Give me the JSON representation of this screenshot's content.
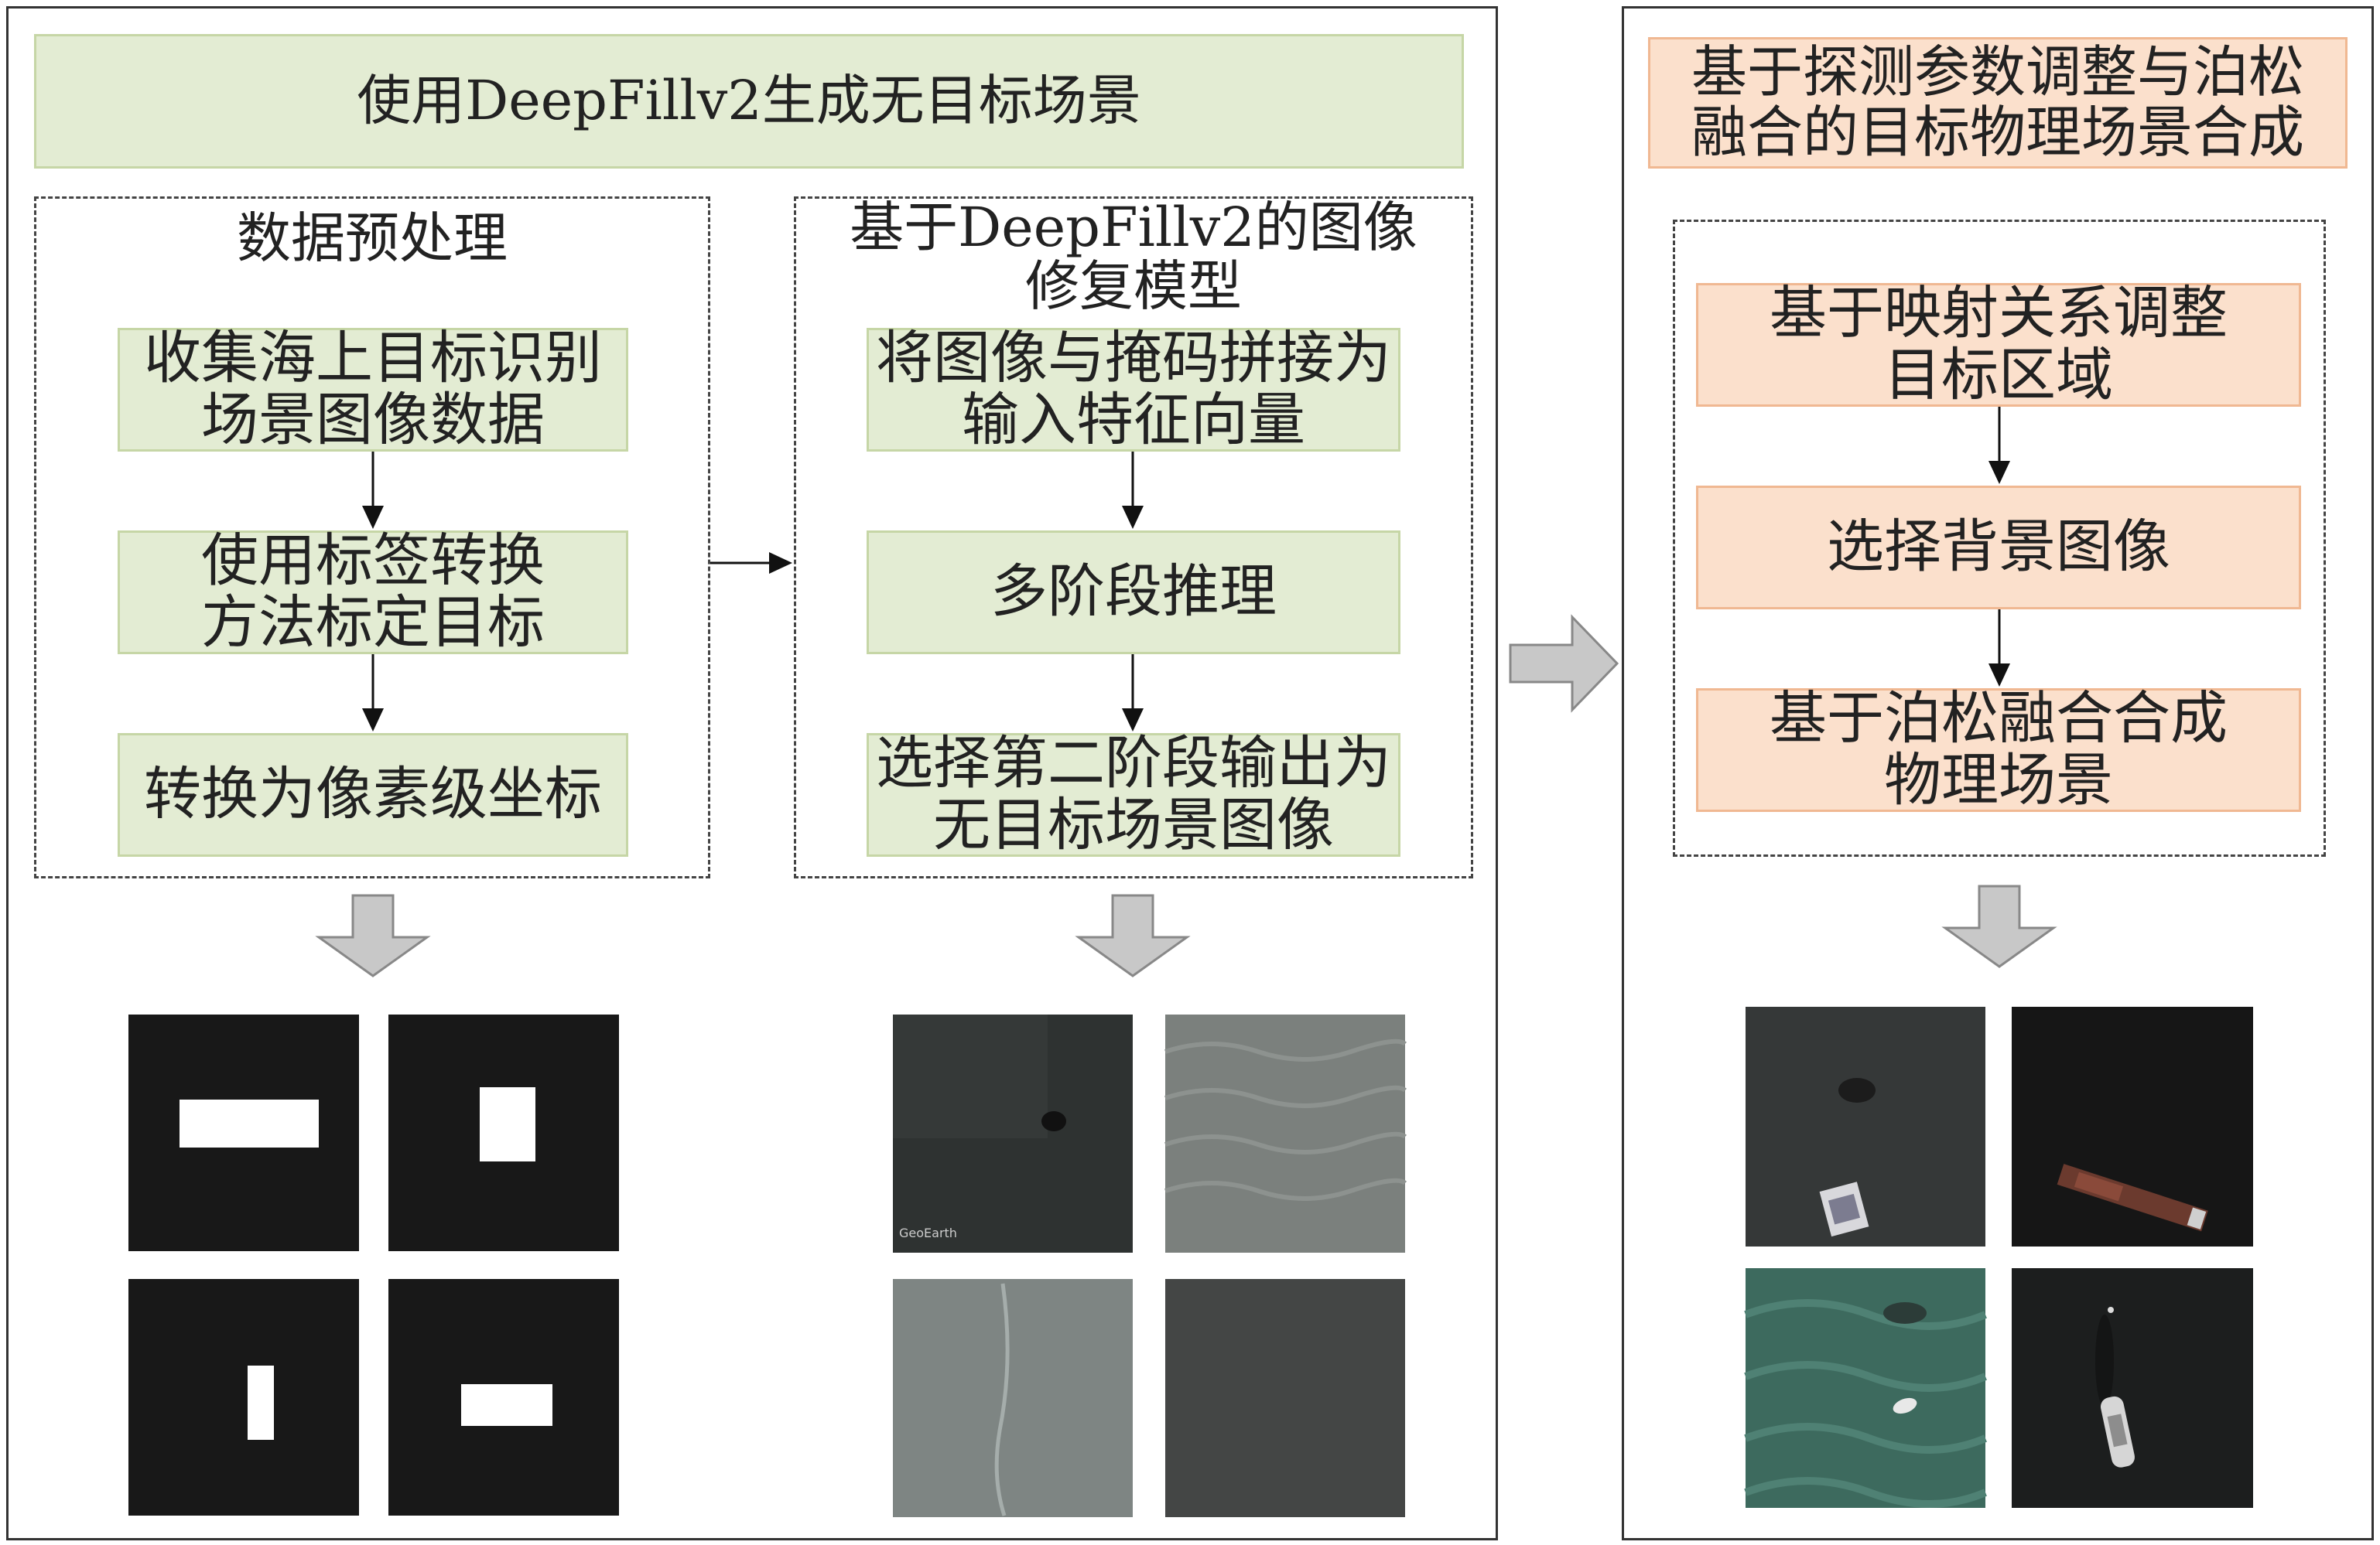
{
  "left_panel": {
    "title": "使用DeepFillv2生成无目标场景",
    "preprocess": {
      "title": "数据预处理",
      "steps": [
        "收集海上目标识别\n场景图像数据",
        "使用标签转换\n方法标定目标",
        "转换为像素级坐标"
      ]
    },
    "inpaint": {
      "title": "基于DeepFillv2的图像\n修复模型",
      "steps": [
        "将图像与掩码拼接为\n输入特征向量",
        "多阶段推理",
        "选择第二阶段输出为\n无目标场景图像"
      ]
    },
    "watermark": "GeoEarth"
  },
  "right_panel": {
    "title": "基于探测参数调整与泊松\n融合的目标物理场景合成",
    "steps": [
      "基于映射关系调整\n目标区域",
      "选择背景图像",
      "基于泊松融合合成\n物理场景"
    ]
  },
  "colors": {
    "green_fill": "#e3ecd3",
    "orange_fill": "#fbe0cc",
    "arrow_gray": "#c8c8c8"
  }
}
